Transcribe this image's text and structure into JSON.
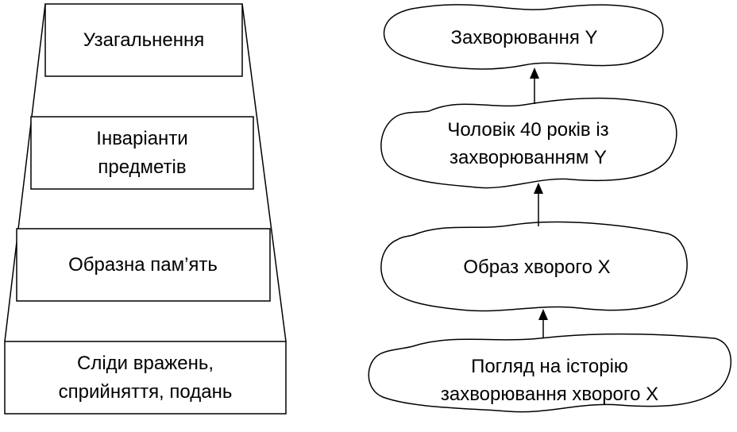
{
  "pyramid": {
    "levels": [
      {
        "lines": [
          "Узагальнення"
        ]
      },
      {
        "lines": [
          "Інваріанти",
          "предметів"
        ]
      },
      {
        "lines": [
          "Образна пам’ять"
        ]
      },
      {
        "lines": [
          "Сліди вражень,",
          "сприйняття, подань"
        ]
      }
    ]
  },
  "flow": {
    "nodes": [
      {
        "lines": [
          "Захворювання Y"
        ]
      },
      {
        "lines": [
          "Чоловік 40 років із",
          "захворюванням Y"
        ]
      },
      {
        "lines": [
          "Образ хворого X"
        ]
      },
      {
        "lines": [
          "Погляд на історію",
          "захворювання хворого X"
        ]
      }
    ]
  }
}
